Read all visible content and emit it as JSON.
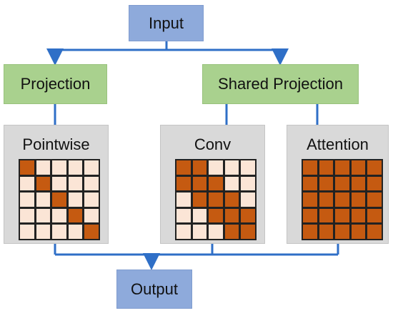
{
  "nodes": {
    "input": "Input",
    "projection": "Projection",
    "shared_projection": "Shared Projection",
    "output": "Output"
  },
  "panels": {
    "pointwise": {
      "title": "Pointwise",
      "matrix": [
        [
          1,
          0,
          0,
          0,
          0
        ],
        [
          0,
          1,
          0,
          0,
          0
        ],
        [
          0,
          0,
          1,
          0,
          0
        ],
        [
          0,
          0,
          0,
          1,
          0
        ],
        [
          0,
          0,
          0,
          0,
          1
        ]
      ]
    },
    "conv": {
      "title": "Conv",
      "matrix": [
        [
          1,
          1,
          0,
          0,
          0
        ],
        [
          1,
          1,
          1,
          0,
          0
        ],
        [
          0,
          1,
          1,
          1,
          0
        ],
        [
          0,
          0,
          1,
          1,
          1
        ],
        [
          0,
          0,
          0,
          1,
          1
        ]
      ]
    },
    "attention": {
      "title": "Attention",
      "matrix": [
        [
          1,
          1,
          1,
          1,
          1
        ],
        [
          1,
          1,
          1,
          1,
          1
        ],
        [
          1,
          1,
          1,
          1,
          1
        ],
        [
          1,
          1,
          1,
          1,
          1
        ],
        [
          1,
          1,
          1,
          1,
          1
        ]
      ]
    }
  },
  "colors": {
    "active": "#c55a11",
    "inactive": "#fbe5d6",
    "connector": "#2f6fc7",
    "node_blue": "#8eaadb",
    "node_green": "#a9d18e",
    "panel_grey": "#d9d9d9"
  }
}
